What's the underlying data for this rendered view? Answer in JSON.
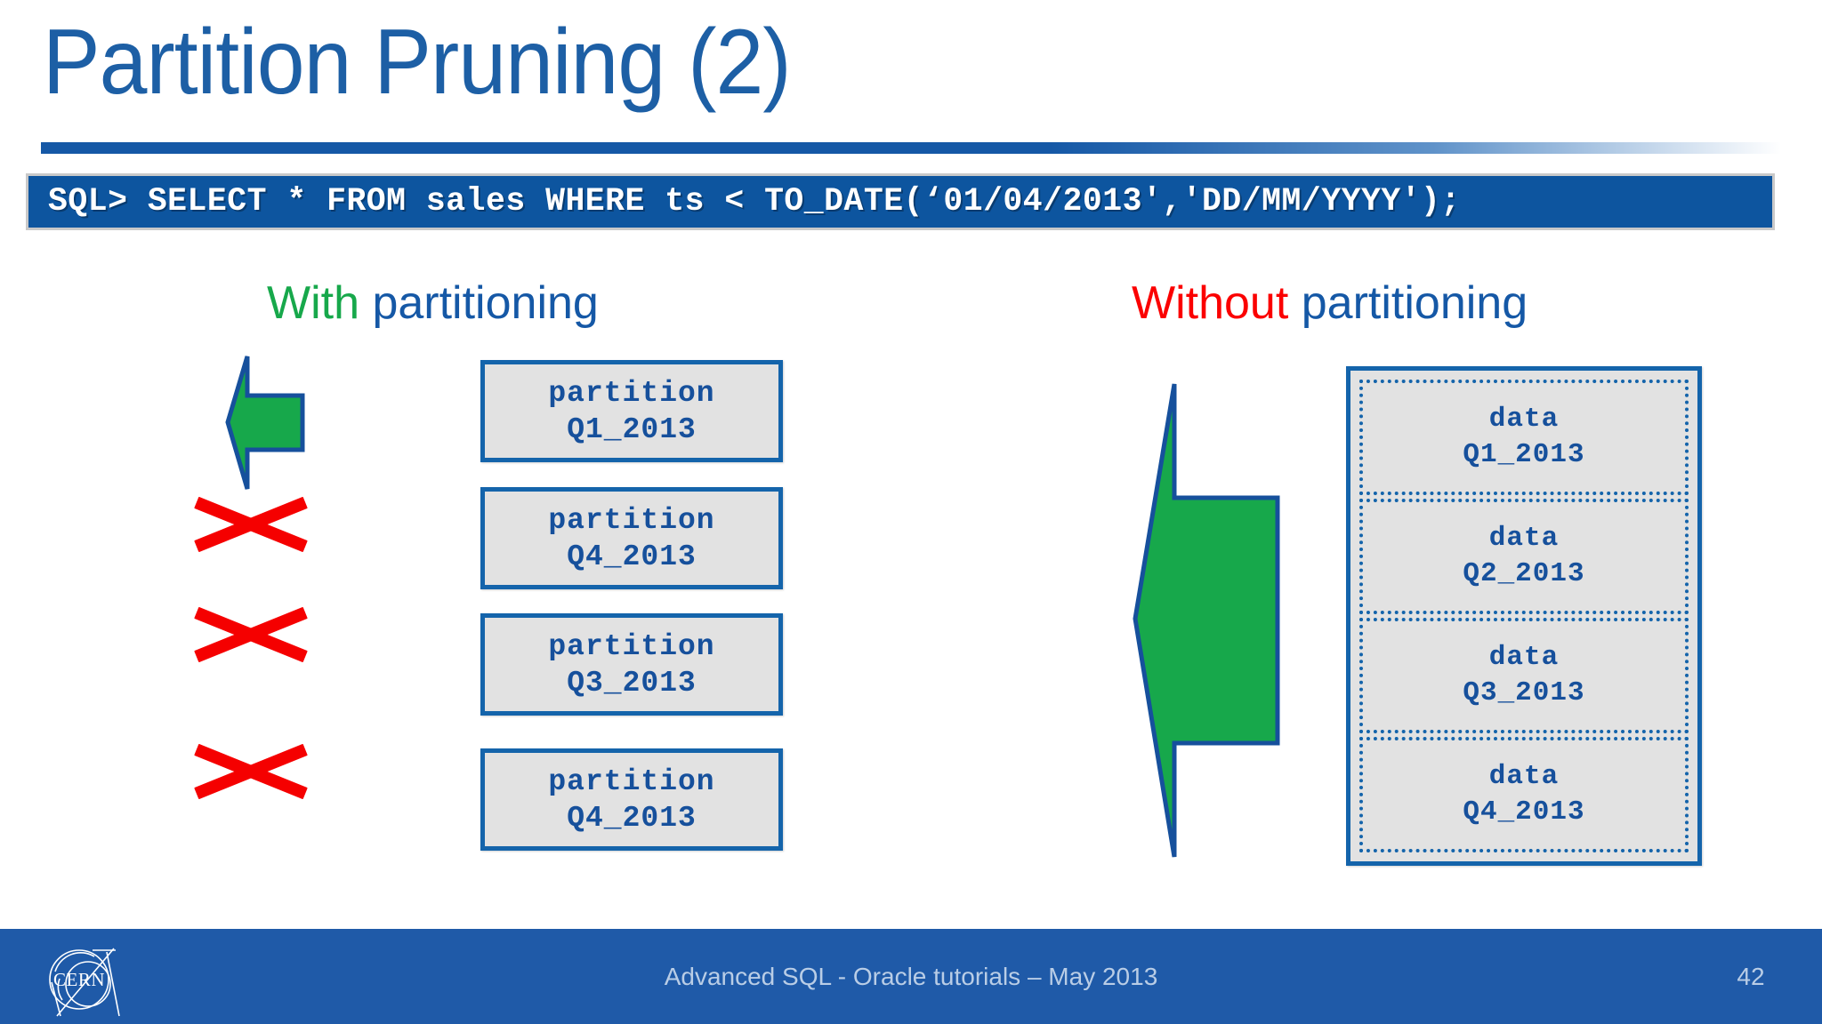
{
  "slide": {
    "title": "Partition Pruning (2)",
    "sql_statement": "SQL> SELECT * FROM sales WHERE ts < TO_DATE(‘01/04/2013','DD/MM/YYYY');"
  },
  "columns": {
    "left": {
      "heading_emphasis": "With",
      "heading_rest": " partitioning",
      "emphasis_color": "#17a84b",
      "boxes": [
        {
          "line1": "partition",
          "line2": "Q1_2013",
          "status": "scanned"
        },
        {
          "line1": "partition",
          "line2": "Q4_2013",
          "status": "pruned"
        },
        {
          "line1": "partition",
          "line2": "Q3_2013",
          "status": "pruned"
        },
        {
          "line1": "partition",
          "line2": "Q4_2013",
          "status": "pruned"
        }
      ],
      "markers": [
        "arrow",
        "cross",
        "cross",
        "cross"
      ]
    },
    "right": {
      "heading_emphasis": "Without",
      "heading_rest": " partitioning",
      "emphasis_color": "#fb0000",
      "boxes": [
        {
          "line1": "data",
          "line2": "Q1_2013"
        },
        {
          "line1": "data",
          "line2": "Q2_2013"
        },
        {
          "line1": "data",
          "line2": "Q3_2013"
        },
        {
          "line1": "data",
          "line2": "Q4_2013"
        }
      ],
      "markers": [
        "arrow-full"
      ]
    }
  },
  "footer": {
    "text": "Advanced SQL - Oracle tutorials – May 2013",
    "page_number": "42",
    "logo_label": "CERN"
  },
  "colors": {
    "brand_blue": "#1558a6",
    "sql_bar": "#0d559f",
    "arrow_green": "#17a84b",
    "cross_red": "#f50000",
    "box_fill": "#e2e2e2",
    "box_border": "#1464ab",
    "footer_bar": "#1f5aa8"
  }
}
